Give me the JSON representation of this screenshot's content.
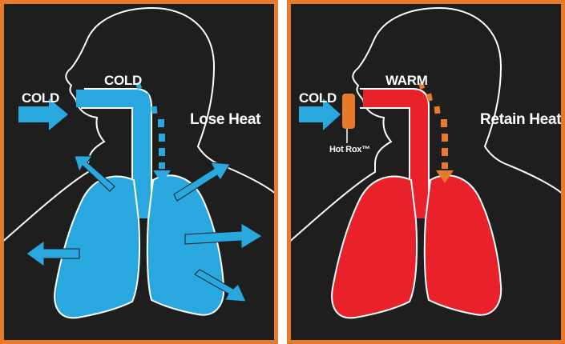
{
  "left_panel": {
    "inhale_label": "COLD",
    "exhale_label": "COLD",
    "caption": "Lose Heat",
    "airway_color": "#29a8e0",
    "lung_color": "#29a8e0",
    "exhale_arrow_color": "#29a8e0"
  },
  "right_panel": {
    "inhale_label": "COLD",
    "exhale_label": "WARM",
    "caption": "Retain Heat",
    "device_label": "Hot Rox™",
    "airway_color": "#e8212a",
    "lung_color": "#e8212a",
    "exhale_arrow_color": "#e87a2c",
    "device_color": "#e87a2c"
  },
  "colors": {
    "panel_border": "#e87a2c",
    "panel_background": "#1e1e1e",
    "outline": "#ffffff",
    "inhale_arrow": "#29a8e0"
  },
  "icons": {
    "left_inhale": "arrow-right-icon",
    "left_heat_loss": "outward-arrows-icon",
    "right_inhale": "arrow-right-icon",
    "right_device": "mouthpiece-icon"
  }
}
